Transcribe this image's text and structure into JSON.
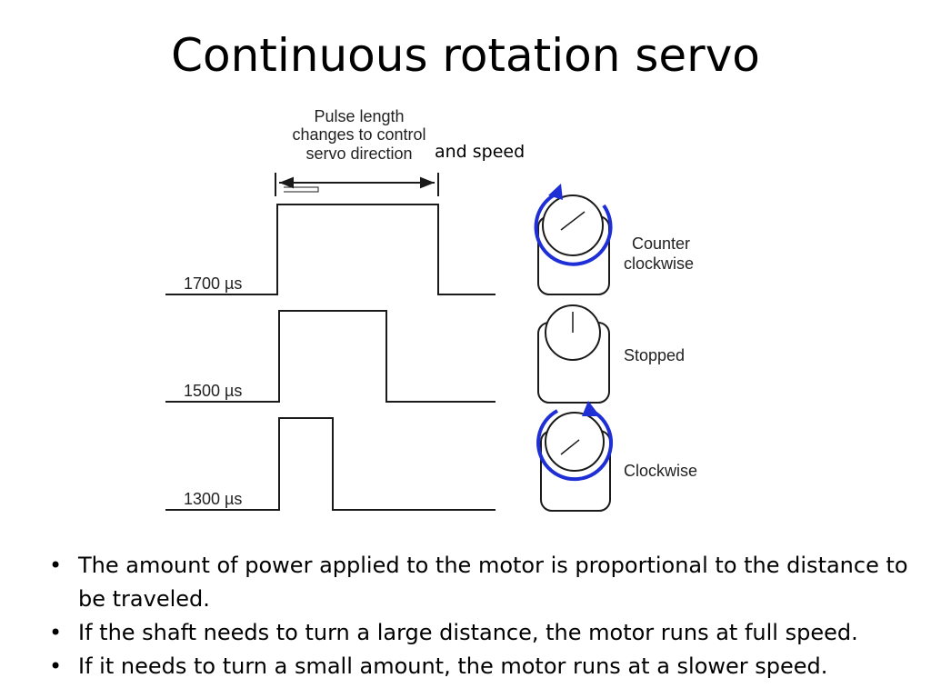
{
  "slide": {
    "title": "Continuous rotation servo"
  },
  "diagram": {
    "pulse_caption": [
      "Pulse length",
      "changes to control",
      "servo direction"
    ],
    "caption_suffix": "and speed",
    "signals": [
      {
        "pulse_label": "1700 µs",
        "state_label": [
          "Counter",
          "clockwise"
        ],
        "direction": "counter-clockwise"
      },
      {
        "pulse_label": "1500 µs",
        "state_label": [
          "Stopped"
        ],
        "direction": "stopped"
      },
      {
        "pulse_label": "1300 µs",
        "state_label": [
          "Clockwise"
        ],
        "direction": "clockwise"
      }
    ],
    "colors": {
      "line": "#1a1a1a",
      "arrow": "#1f2fd6"
    }
  },
  "bullets": [
    "The amount of power applied to the motor is proportional to the distance to be traveled.",
    "If the shaft needs to turn a large distance, the motor runs at full speed.",
    "If it needs to turn a small amount, the motor runs at a slower speed."
  ]
}
